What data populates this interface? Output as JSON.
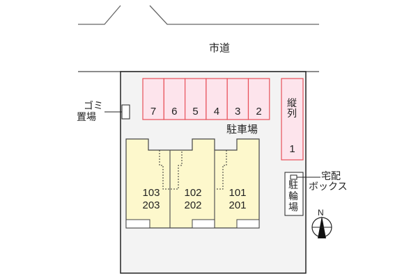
{
  "road_label": "市道",
  "garbage_label": [
    "ゴミ",
    "置場"
  ],
  "parking_label": "駐車場",
  "parking_spaces": [
    "7",
    "6",
    "5",
    "4",
    "3",
    "2"
  ],
  "tandem_space": {
    "label": "縦列",
    "number": "1"
  },
  "units": [
    {
      "lower": "103",
      "upper": "203"
    },
    {
      "lower": "102",
      "upper": "202"
    },
    {
      "lower": "101",
      "upper": "201"
    }
  ],
  "bike_parking_label": "駐輪場",
  "delivery_box_label": [
    "宅配",
    "ボックス"
  ],
  "compass_label": "N",
  "colors": {
    "parking_fill": "#fde4ec",
    "parking_stroke": "#e8505a",
    "building_fill": "#fdf8cc",
    "lot_fill": "#f3f3f3"
  }
}
